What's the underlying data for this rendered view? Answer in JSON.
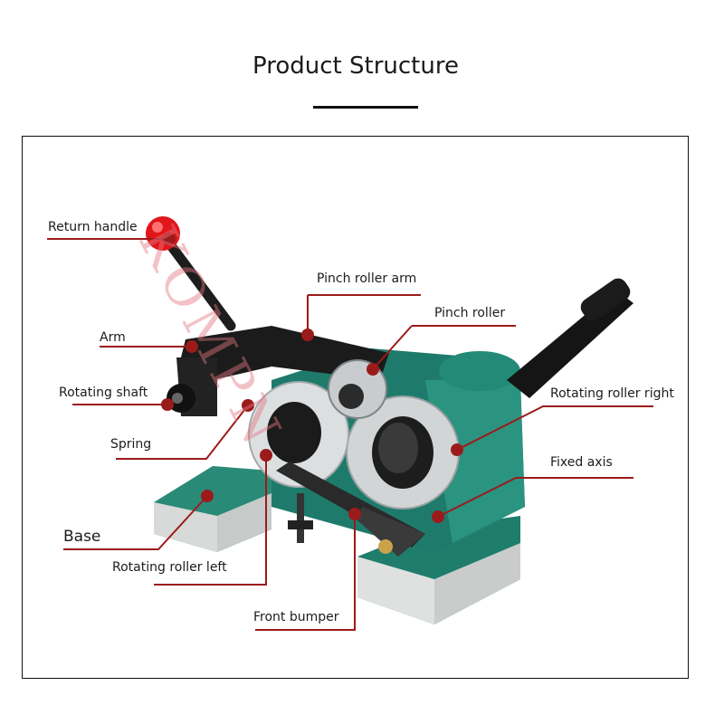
{
  "header": {
    "title": "Product Structure"
  },
  "watermark": "KOMPN",
  "colors": {
    "leader": "#9b1b1b",
    "machine_green": "#1e7b6c",
    "knob_red": "#e0161b"
  },
  "labels": {
    "return_handle": "Return handle",
    "pinch_roller_arm": "Pinch roller arm",
    "pinch_roller": "Pinch roller",
    "arm": "Arm",
    "rotating_shaft": "Rotating shaft",
    "rotating_roller_right": "Rotating roller right",
    "spring": "Spring",
    "fixed_axis": "Fixed axis",
    "base": "Base",
    "rotating_roller_left": "Rotating roller left",
    "front_bumper": "Front bumper"
  }
}
